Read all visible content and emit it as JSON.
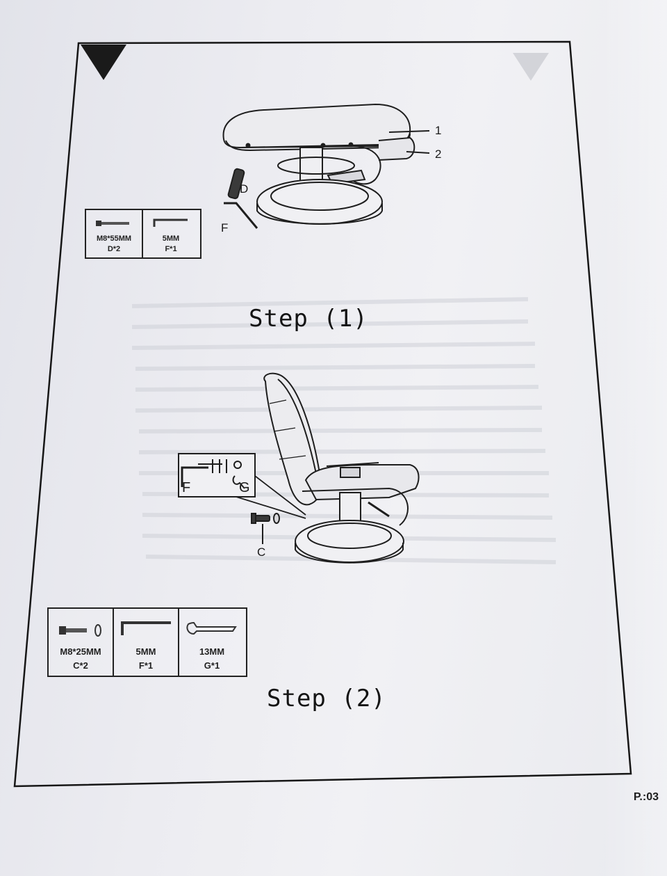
{
  "page": {
    "number": "P.:03"
  },
  "steps": [
    {
      "title": "Step (1)",
      "parts": [
        {
          "spec": "M8*55MM",
          "qty": "D*2",
          "icon": "bolt-icon"
        },
        {
          "spec": "5MM",
          "qty": "F*1",
          "icon": "allen-key-icon"
        }
      ],
      "callouts": [
        "1",
        "2",
        "D",
        "F"
      ]
    },
    {
      "title": "Step (2)",
      "parts": [
        {
          "spec": "M8*25MM",
          "qty": "C*2",
          "icon": "bolt-washer-icon"
        },
        {
          "spec": "5MM",
          "qty": "F*1",
          "icon": "allen-key-icon"
        },
        {
          "spec": "13MM",
          "qty": "G*1",
          "icon": "wrench-icon"
        }
      ],
      "callouts": [
        "F",
        "G",
        "C"
      ]
    }
  ]
}
